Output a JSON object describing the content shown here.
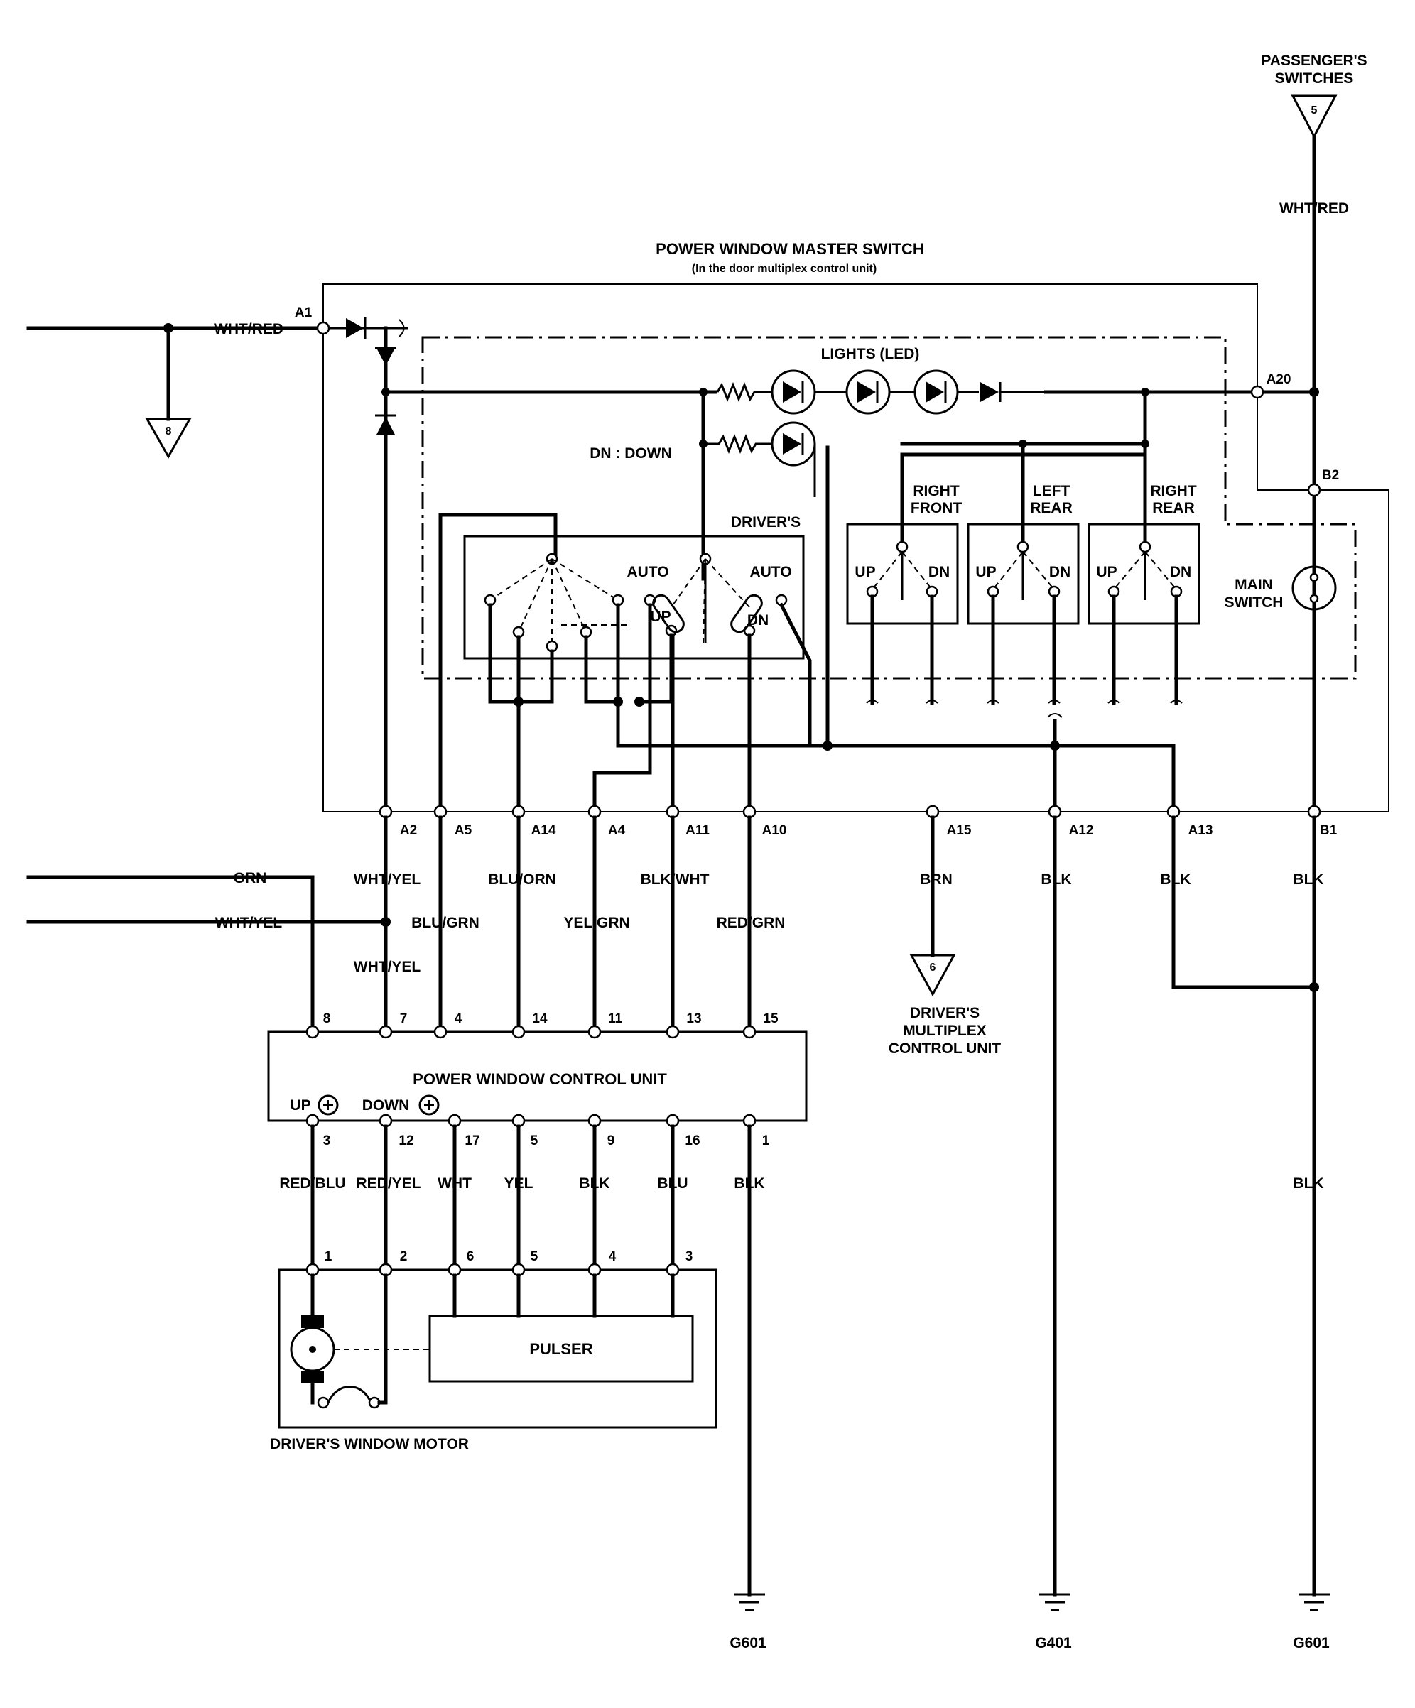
{
  "title": "POWER WINDOW MASTER SWITCH",
  "subtitle": "(In the door multiplex control unit)",
  "labels": {
    "passengers_switches": [
      "PASSENGER'S",
      "SWITCHES"
    ],
    "lights_led": "LIGHTS (LED)",
    "dn_down": "DN : DOWN",
    "drivers": "DRIVER'S",
    "auto": "AUTO",
    "up": "UP",
    "dn": "DN",
    "right_front": [
      "RIGHT",
      "FRONT"
    ],
    "left_rear": [
      "LEFT",
      "REAR"
    ],
    "right_rear": [
      "RIGHT",
      "REAR"
    ],
    "main_switch": [
      "MAIN",
      "SWITCH"
    ],
    "control_unit": "POWER WINDOW CONTROL UNIT",
    "cu_up": "UP",
    "cu_down": "DOWN",
    "pulser": "PULSER",
    "motor": "DRIVER'S WINDOW MOTOR",
    "drivers_multiplex": [
      "DRIVER'S",
      "MULTIPLEX",
      "CONTROL UNIT"
    ]
  },
  "connectors": {
    "a1": "A1",
    "a2": "A2",
    "a5": "A5",
    "a14": "A14",
    "a4": "A4",
    "a11": "A11",
    "a10": "A10",
    "a15": "A15",
    "a12": "A12",
    "a13": "A13",
    "b1": "B1",
    "a20": "A20",
    "b2": "B2"
  },
  "terminal_refs": {
    "t8": "8",
    "t5": "5",
    "t6": "6"
  },
  "wires": {
    "wht_red_left": "WHT/RED",
    "wht_red_top": "WHT/RED",
    "grn": "GRN",
    "wht_yel_left": "WHT/YEL",
    "a2_wht_yel_1": "WHT/YEL",
    "a2_wht_yel_2": "WHT/YEL",
    "a5_blu_grn": "BLU/GRN",
    "a14_blu_orn": "BLU/ORN",
    "a4_yel_grn": "YEL/GRN",
    "a11_blk_wht": "BLK/WHT",
    "a10_red_grn": "RED/GRN",
    "a15_brn": "BRN",
    "a12_blk": "BLK",
    "a13_blk": "BLK",
    "b1_blk": "BLK",
    "b1_blk_lower": "BLK",
    "cu3_red_blu": "RED/BLU",
    "cu12_red_yel": "RED/YEL",
    "cu17_wht": "WHT",
    "cu5_yel": "YEL",
    "cu9_blk": "BLK",
    "cu16_blu": "BLU",
    "cu1_blk": "BLK"
  },
  "cu_top_pins": [
    "8",
    "7",
    "4",
    "14",
    "11",
    "13",
    "15"
  ],
  "cu_bottom_pins": [
    "3",
    "12",
    "17",
    "5",
    "9",
    "16",
    "1"
  ],
  "motor_pins": [
    "1",
    "2",
    "6",
    "5",
    "4",
    "3"
  ],
  "grounds": {
    "g601_left": "G601",
    "g401": "G401",
    "g601_right": "G601"
  }
}
